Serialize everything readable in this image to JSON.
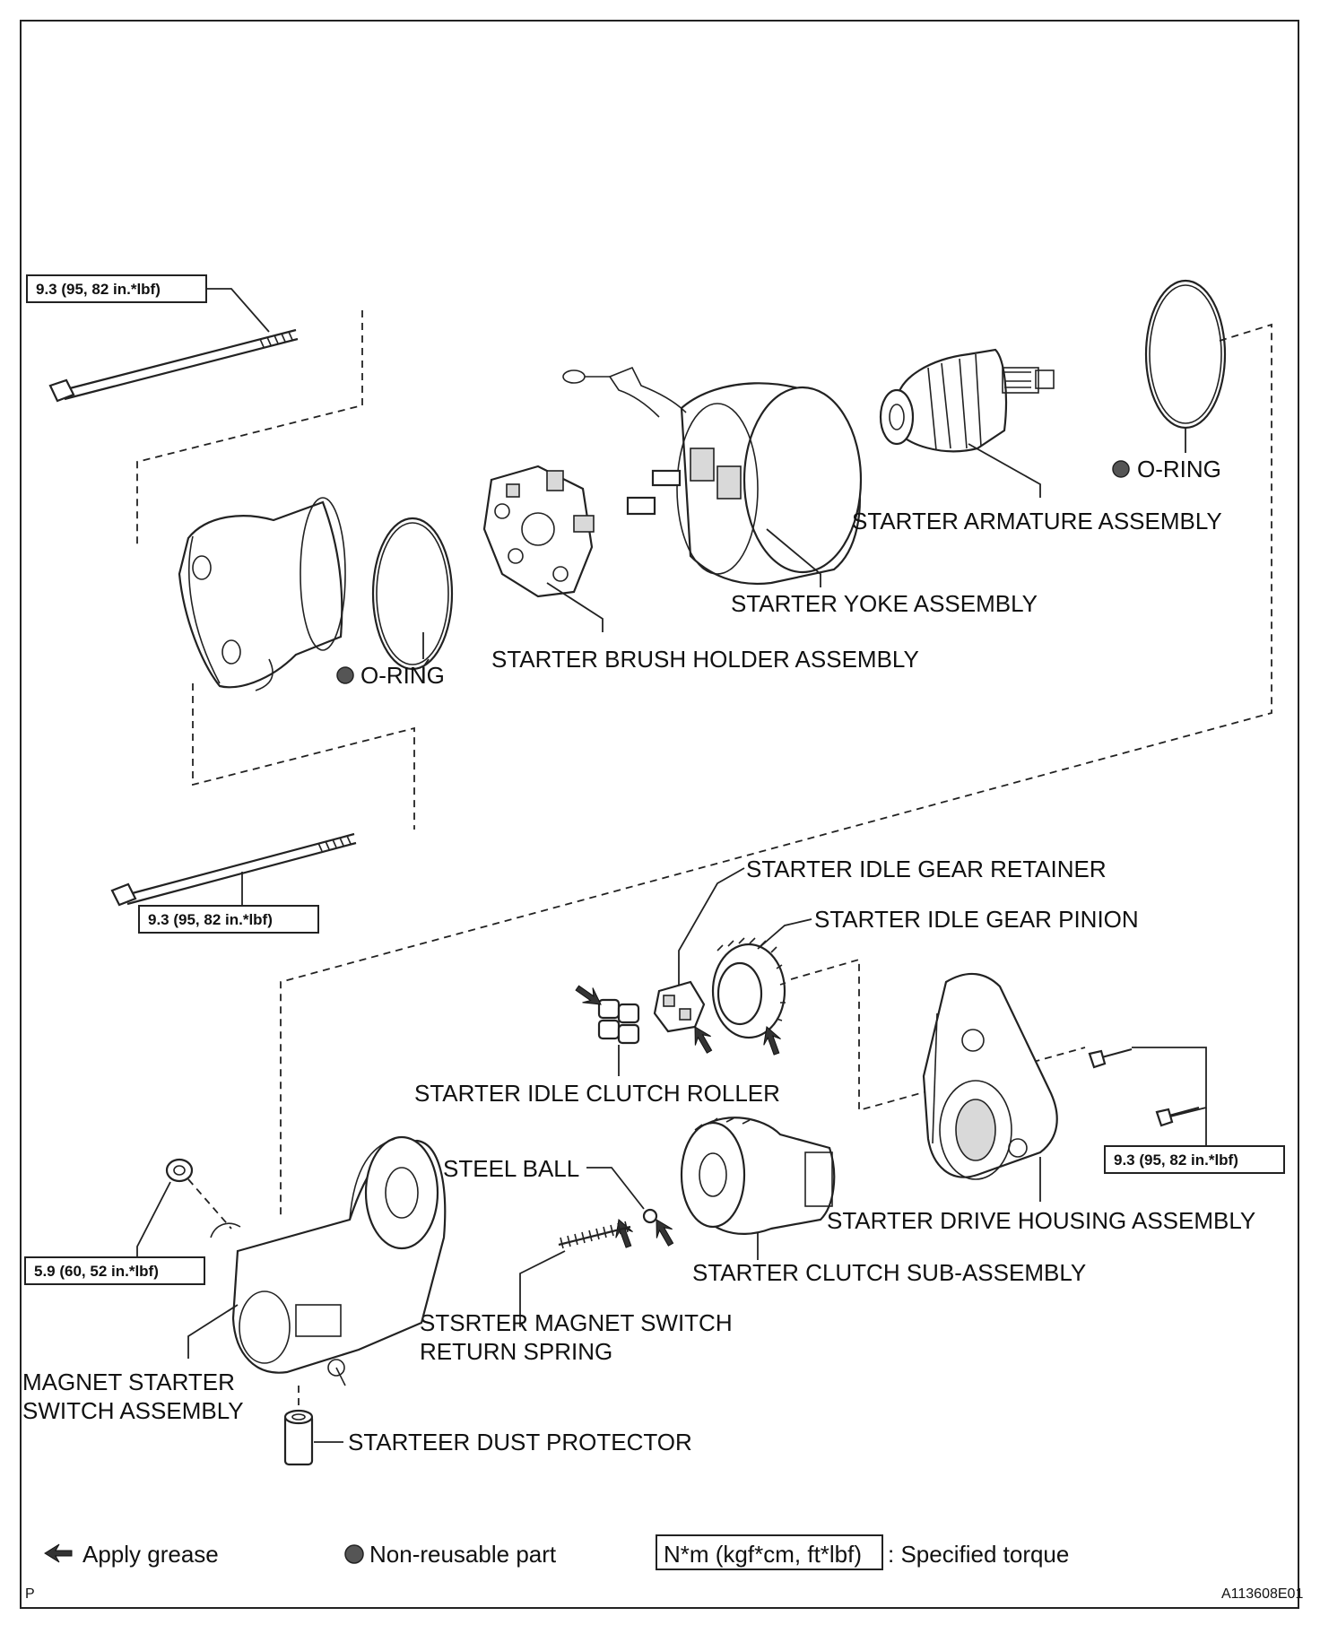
{
  "labels": {
    "armature": "STARTER ARMATURE ASSEMBLY",
    "o_ring_right": "O-RING",
    "yoke": "STARTER YOKE ASSEMBLY",
    "brush_holder": "STARTER BRUSH HOLDER ASSEMBLY",
    "o_ring_left": "O-RING",
    "idle_gear_retainer": "STARTER IDLE GEAR RETAINER",
    "idle_gear_pinion": "STARTER IDLE GEAR PINION",
    "idle_clutch_roller": "STARTER IDLE CLUTCH ROLLER",
    "steel_ball": "STEEL BALL",
    "drive_housing": "STARTER DRIVE HOUSING ASSEMBLY",
    "clutch_sub": "STARTER CLUTCH SUB-ASSEMBLY",
    "return_spring_1": "STSRTER MAGNET SWITCH",
    "return_spring_2": "RETURN SPRING",
    "magnet_switch_1": "MAGNET STARTER",
    "magnet_switch_2": "SWITCH ASSEMBLY",
    "dust_protector": "STARTEER DUST PROTECTOR"
  },
  "torques": {
    "t1": "9.3 (95, 82 in.*lbf)",
    "t2": "9.3 (95, 82 in.*lbf)",
    "t3": "9.3 (95, 82 in.*lbf)",
    "t4": "5.9 (60, 52 in.*lbf)"
  },
  "legend": {
    "grease": "Apply grease",
    "non_reusable": "Non-reusable part",
    "torque_box": "N*m (kgf*cm, ft*lbf)",
    "torque_desc": ": Specified torque"
  },
  "footer": {
    "page_letter": "P",
    "figure_id": "A113608E01"
  }
}
